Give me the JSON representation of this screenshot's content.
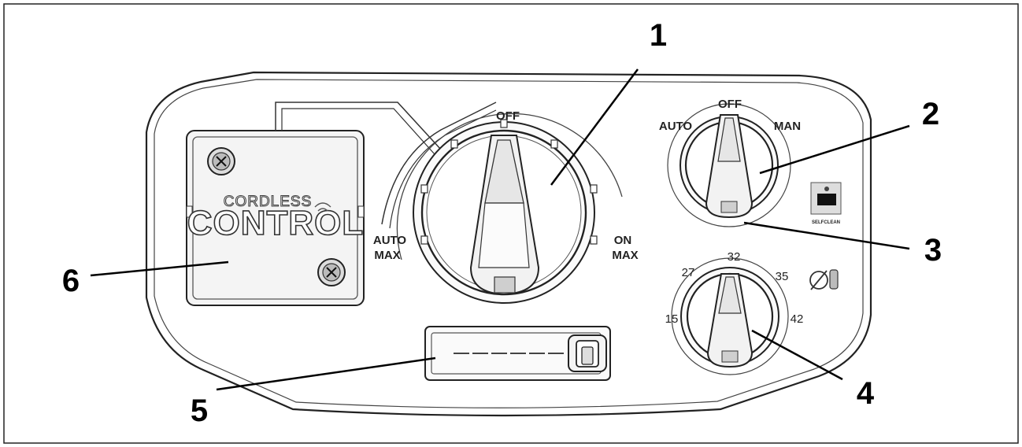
{
  "callouts": [
    "1",
    "2",
    "3",
    "4",
    "5",
    "6"
  ],
  "main_dial": {
    "labels": {
      "off": "OFF",
      "auto": "AUTO",
      "auto_max": "MAX",
      "on": "ON",
      "on_max": "MAX"
    }
  },
  "mode_dial": {
    "labels": {
      "auto": "AUTO",
      "off": "OFF",
      "man": "MAN"
    }
  },
  "selfclean": {
    "label": "SELFCLEAN"
  },
  "temp_dial": {
    "labels": {
      "t15": "15",
      "t27": "27",
      "t32": "32",
      "t35": "35",
      "t42": "42"
    }
  },
  "cordless": {
    "line1": "CORDLESS",
    "line2": "CONTROL"
  }
}
